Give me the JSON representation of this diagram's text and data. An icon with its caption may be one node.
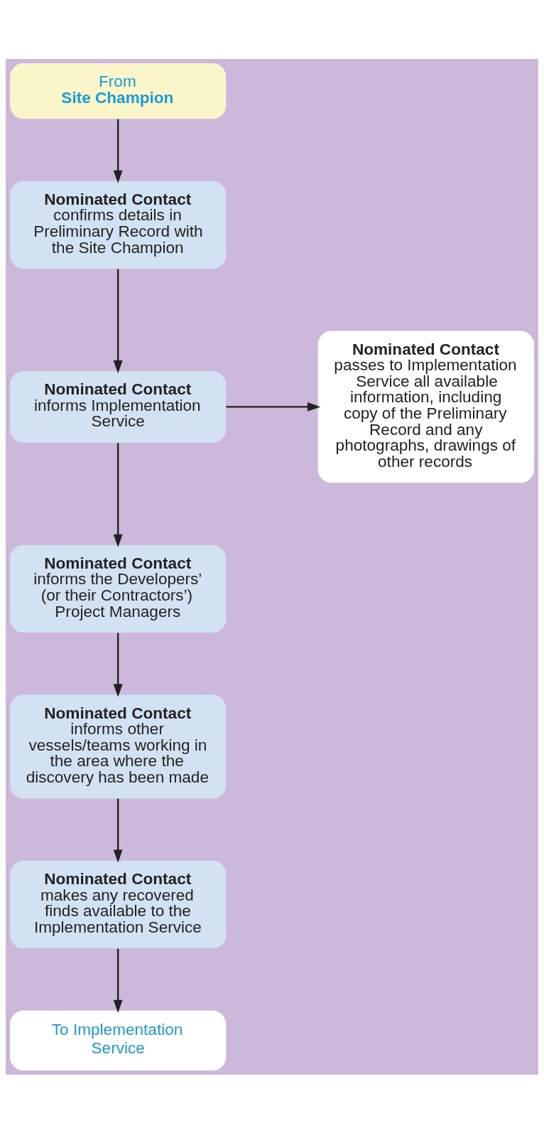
{
  "diagram": {
    "nodes": [
      {
        "text": [
          "From",
          "Site Champion"
        ]
      },
      {
        "text": [
          "Nominated Contact",
          "confirms details in Preliminary Record with the Site Champion"
        ]
      },
      {
        "text": [
          "Nominated Contact",
          "informs Implementation Service"
        ]
      },
      {
        "text": [
          "Nominated Contact",
          "passes to Implementation Service all available information, including copy of the Preliminary Record and any photographs, drawings of other records"
        ]
      },
      {
        "text": [
          "Nominated Contact",
          "informs the Developers’ (or their Contractors’) Project Managers"
        ]
      },
      {
        "text": [
          "Nominated Contact",
          "informs other vessels/teams working in the area where the discovery has been made"
        ]
      },
      {
        "text": [
          "Nominated Contact",
          "makes any recovered finds available to the Implementation Service"
        ]
      },
      {
        "text": [
          "To Implementation Service"
        ]
      }
    ],
    "edges": [
      {
        "from": 0,
        "to": 1,
        "arrow": "to"
      },
      {
        "from": 1,
        "to": 2,
        "arrow": "to"
      },
      {
        "from": 2,
        "to": 3,
        "arrow": "to"
      },
      {
        "from": 2,
        "to": 4,
        "arrow": "to"
      },
      {
        "from": 4,
        "to": 5,
        "arrow": "to"
      },
      {
        "from": 5,
        "to": 6,
        "arrow": "to"
      },
      {
        "from": 6,
        "to": 7,
        "arrow": "to"
      }
    ]
  }
}
